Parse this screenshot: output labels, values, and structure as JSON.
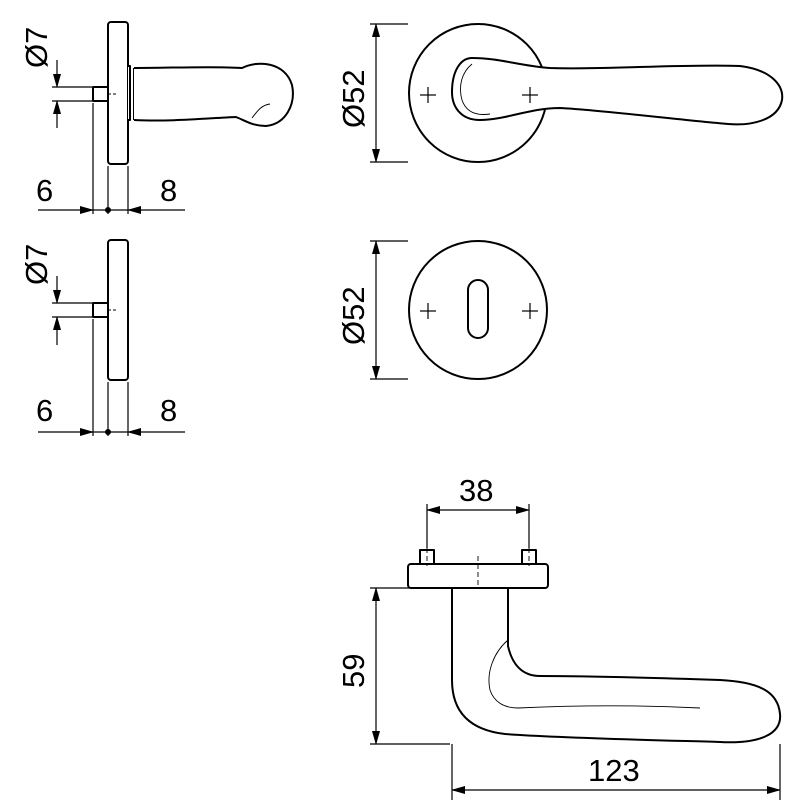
{
  "figure": {
    "side_view_handle": {
      "diameter_label": "Ø7",
      "left_label": "6",
      "right_label": "8"
    },
    "side_view_keyhole": {
      "diameter_label": "Ø7",
      "left_label": "6",
      "right_label": "8"
    },
    "front_view_handle": {
      "diameter_label": "Ø52"
    },
    "front_view_keyhole": {
      "diameter_label": "Ø52"
    },
    "top_view": {
      "spacing_label": "38",
      "height_label": "59",
      "length_label": "123"
    }
  }
}
